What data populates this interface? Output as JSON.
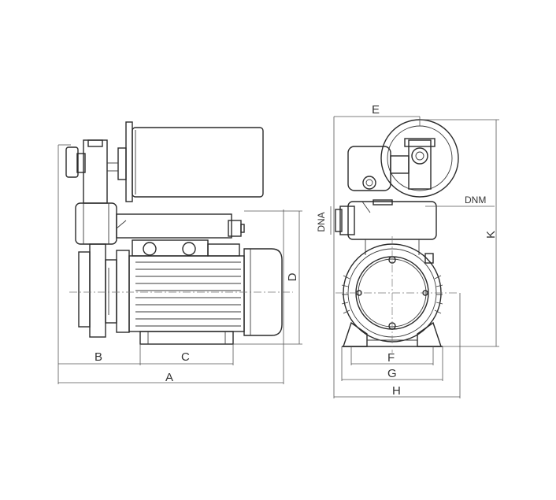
{
  "labels": {
    "A": "A",
    "B": "B",
    "C": "C",
    "D": "D",
    "E": "E",
    "F": "F",
    "G": "G",
    "H": "H",
    "K": "K",
    "DNM": "DNM",
    "DNA": "DNA"
  }
}
